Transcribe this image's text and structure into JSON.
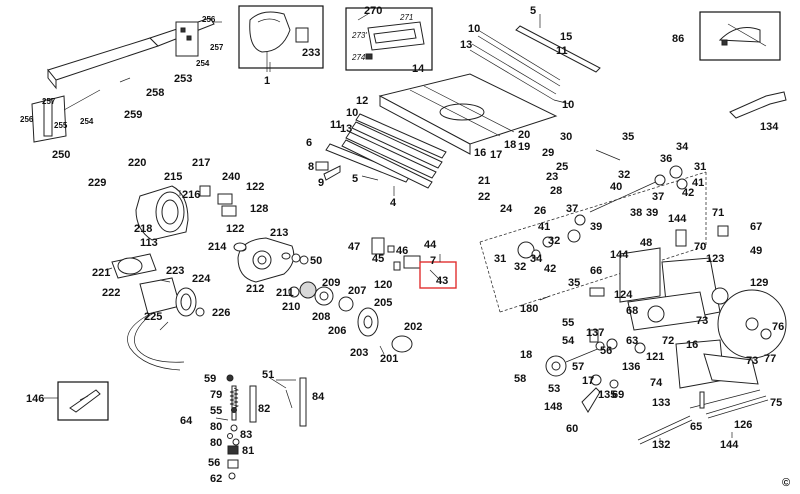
{
  "diagram": {
    "highlight_color": "#e03030",
    "copyright_symbol": "©",
    "highlighted_part": "43",
    "labels": {
      "p250": "250",
      "p259": "259",
      "p258": "258",
      "p253": "253",
      "p254a": "254",
      "p254b": "254",
      "p256a": "256",
      "p257a": "257",
      "p256b": "256",
      "p257b": "257",
      "p255": "255",
      "p1": "1",
      "p233": "233",
      "p270": "270",
      "p271": "271",
      "p273": "273'",
      "p274": "274",
      "p5a": "5",
      "p10a": "10",
      "p13a": "13",
      "p15": "15",
      "p11a": "11",
      "p10b": "10",
      "p86": "86",
      "p134": "134",
      "p14": "14",
      "p12": "12",
      "p10c": "10",
      "p11b": "11",
      "p13b": "13",
      "p6": "6",
      "p8": "8",
      "p9": "9",
      "p5b": "5",
      "p4": "4",
      "p20": "20",
      "p19": "19",
      "p18a": "18",
      "p29": "29",
      "p16": "16",
      "p17a": "17",
      "p30": "30",
      "p25": "25",
      "p21": "21",
      "p22": "22",
      "p28": "28",
      "p23": "23",
      "p24": "24",
      "p26": "26",
      "p35": "35",
      "p220": "220",
      "p229": "229",
      "p217": "217",
      "p215": "215",
      "p216": "216",
      "p240": "240",
      "p122a": "122",
      "p128": "128",
      "p122b": "122",
      "p218": "218",
      "p113": "113",
      "p214": "214",
      "p213": "213",
      "p47": "47",
      "p46": "46",
      "p44": "44",
      "p45": "45",
      "p7": "7",
      "p120": "120",
      "p43": "43",
      "p50": "50",
      "p221": "221",
      "p223": "223",
      "p224": "224",
      "p222": "222",
      "p212": "212",
      "p211": "211",
      "p210": "210",
      "p209": "209",
      "p207": "207",
      "p208": "208",
      "p206": "206",
      "p205": "205",
      "p202": "202",
      "p203": "203",
      "p201": "201",
      "p225": "225",
      "p226": "226",
      "p32a": "32",
      "p36": "36",
      "p34a": "34",
      "p31a": "31",
      "p41a": "41",
      "p42a": "42",
      "p40": "40",
      "p38": "38",
      "p39a": "39",
      "p37a": "37",
      "p37b": "37",
      "p144a": "144",
      "p71": "71",
      "p67": "67",
      "p41b": "41",
      "p32b": "32",
      "p39b": "39",
      "p31b": "31",
      "p32c": "32",
      "p34b": "34",
      "p42b": "42",
      "p70": "70",
      "p123": "123",
      "p49": "49",
      "p144b": "144",
      "p48": "48",
      "p66": "66",
      "p35b": "35",
      "p124": "124",
      "p129": "129",
      "p180": "180",
      "p68": "68",
      "p73a": "73",
      "p76": "76",
      "p55a": "55",
      "p137": "137",
      "p72": "72",
      "p16b": "16",
      "p54": "54",
      "p56": "56",
      "p63": "63",
      "p77": "77",
      "p18b": "18",
      "p121": "121",
      "p73b": "73",
      "p58": "58",
      "p53": "53",
      "p57": "57",
      "p17b": "17",
      "p136": "136",
      "p74": "74",
      "p135": "135",
      "p69": "69",
      "p148": "148",
      "p60": "60",
      "p133": "133",
      "p75": "75",
      "p65": "65",
      "p126": "126",
      "p132": "132",
      "p144c": "144",
      "p146": "146",
      "p59": "59",
      "p51": "51",
      "p79": "79",
      "p82": "82",
      "p84": "84",
      "p55b": "55",
      "p64": "64",
      "p80a": "80",
      "p83": "83",
      "p80b": "80",
      "p81": "81",
      "p56b": "56",
      "p62": "62"
    }
  }
}
